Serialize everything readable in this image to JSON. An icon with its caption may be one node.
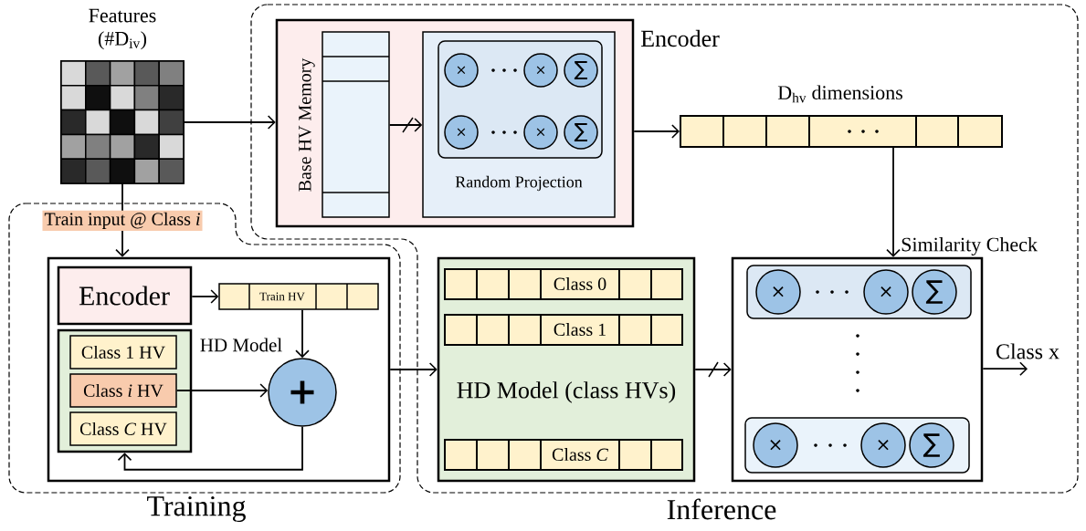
{
  "diagram": {
    "nodes": [
      {
        "text": [
          "Features (#D$_{iv}$)"
        ]
      },
      {
        "text": [
          "Inference"
        ]
      },
      {
        "text": [
          "Encoder"
        ],
        "in": 1
      },
      {
        "text": [
          "Base HV Memory"
        ],
        "in": 2
      },
      {
        "text": [
          "Random Projection"
        ],
        "in": 2
      },
      {
        "text": [],
        "shape": "box",
        "in": 4
      },
      {
        "text": [
          "×"
        ],
        "in": 5
      },
      {
        "text": [
          "×"
        ],
        "in": 5
      },
      {
        "text": [
          "∑"
        ],
        "in": 5
      },
      {
        "text": [
          "×"
        ],
        "in": 5
      },
      {
        "text": [
          "×"
        ],
        "in": 5
      },
      {
        "text": [
          "∑"
        ],
        "in": 5
      },
      {
        "text": [
          "D$_{hv}$ dimensions"
        ],
        "in": 1
      },
      {
        "text": [
          "Training"
        ]
      },
      {
        "text": [],
        "shape": "box",
        "in": 13
      },
      {
        "text": [
          "Encoder"
        ],
        "in": 14
      },
      {
        "text": [
          "Train HV"
        ],
        "in": 14
      },
      {
        "text": [
          "HD Model"
        ],
        "in": 14
      },
      {
        "text": [
          "Class 1 HV"
        ],
        "in": 17
      },
      {
        "text": [
          "Class *i* HV"
        ],
        "in": 17
      },
      {
        "text": [
          "Class *C* HV"
        ],
        "in": 17
      },
      {
        "text": [
          "+"
        ],
        "in": 14
      },
      {
        "text": [
          "HD Model (class HVs)"
        ],
        "in": 1
      },
      {
        "text": [
          "Class 0"
        ],
        "in": 22
      },
      {
        "text": [
          "Class 1"
        ],
        "in": 22
      },
      {
        "text": [
          "Class *C*"
        ],
        "in": 22
      },
      {
        "text": [
          "Similarity Check"
        ],
        "in": 1
      },
      {
        "text": [],
        "shape": "box",
        "in": 26
      },
      {
        "text": [
          "×"
        ],
        "in": 27
      },
      {
        "text": [
          "×"
        ],
        "in": 27
      },
      {
        "text": [
          "∑"
        ],
        "in": 27
      },
      {
        "text": [],
        "shape": "box",
        "in": 26
      },
      {
        "text": [
          "×"
        ],
        "in": 31
      },
      {
        "text": [
          "×"
        ],
        "in": 31
      },
      {
        "text": [
          "∑"
        ],
        "in": 31
      },
      {
        "text": [
          "Class x"
        ],
        "in": 1
      }
    ],
    "edges": [
      {
        "from": 0,
        "to": 2,
        "arrow": "to"
      },
      {
        "from": 3,
        "to": 4,
        "arrow": "to"
      },
      {
        "from": 2,
        "to": 12,
        "arrow": "to"
      },
      {
        "from": 12,
        "to": 26,
        "arrow": "to"
      },
      {
        "from": 0,
        "to": 14,
        "arrow": "to",
        "label": "Train input @ Class *i*"
      },
      {
        "from": 15,
        "to": 16,
        "arrow": "to"
      },
      {
        "from": 16,
        "to": 21,
        "arrow": "to"
      },
      {
        "from": 19,
        "to": 21,
        "arrow": "to"
      },
      {
        "from": 21,
        "to": 17,
        "arrow": "to"
      },
      {
        "from": 14,
        "to": 22,
        "arrow": "to"
      },
      {
        "from": 22,
        "to": 26,
        "arrow": "to"
      },
      {
        "from": 26,
        "to": 35,
        "arrow": "to"
      }
    ]
  }
}
